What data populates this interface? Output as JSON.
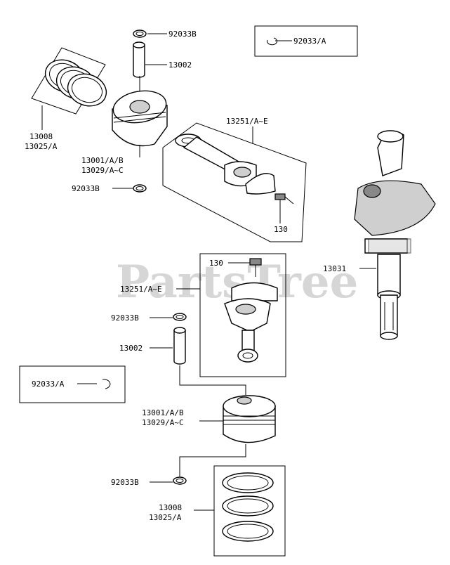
{
  "watermark": "PartsTree",
  "callouts": {
    "top_clip": "92033B",
    "top_pin": "13002",
    "top_rings_a": "13008",
    "top_rings_b": "13025/A",
    "top_piston_a": "13001/A/B",
    "top_piston_b": "13029/A~C",
    "top_clip_bottom": "92033B",
    "top_rod": "13251/A~E",
    "top_bolt": "130",
    "crankshaft": "13031",
    "box_clip_top": "92033/A",
    "box_clip_left": "92033/A",
    "low_bolt": "130",
    "low_rod": "13251/A~E",
    "low_clip": "92033B",
    "low_pin": "13002",
    "low_piston_a": "13001/A/B",
    "low_piston_b": "13029/A~C",
    "low_clip_bottom": "92033B",
    "low_rings_a": "13008",
    "low_rings_b": "13025/A"
  }
}
